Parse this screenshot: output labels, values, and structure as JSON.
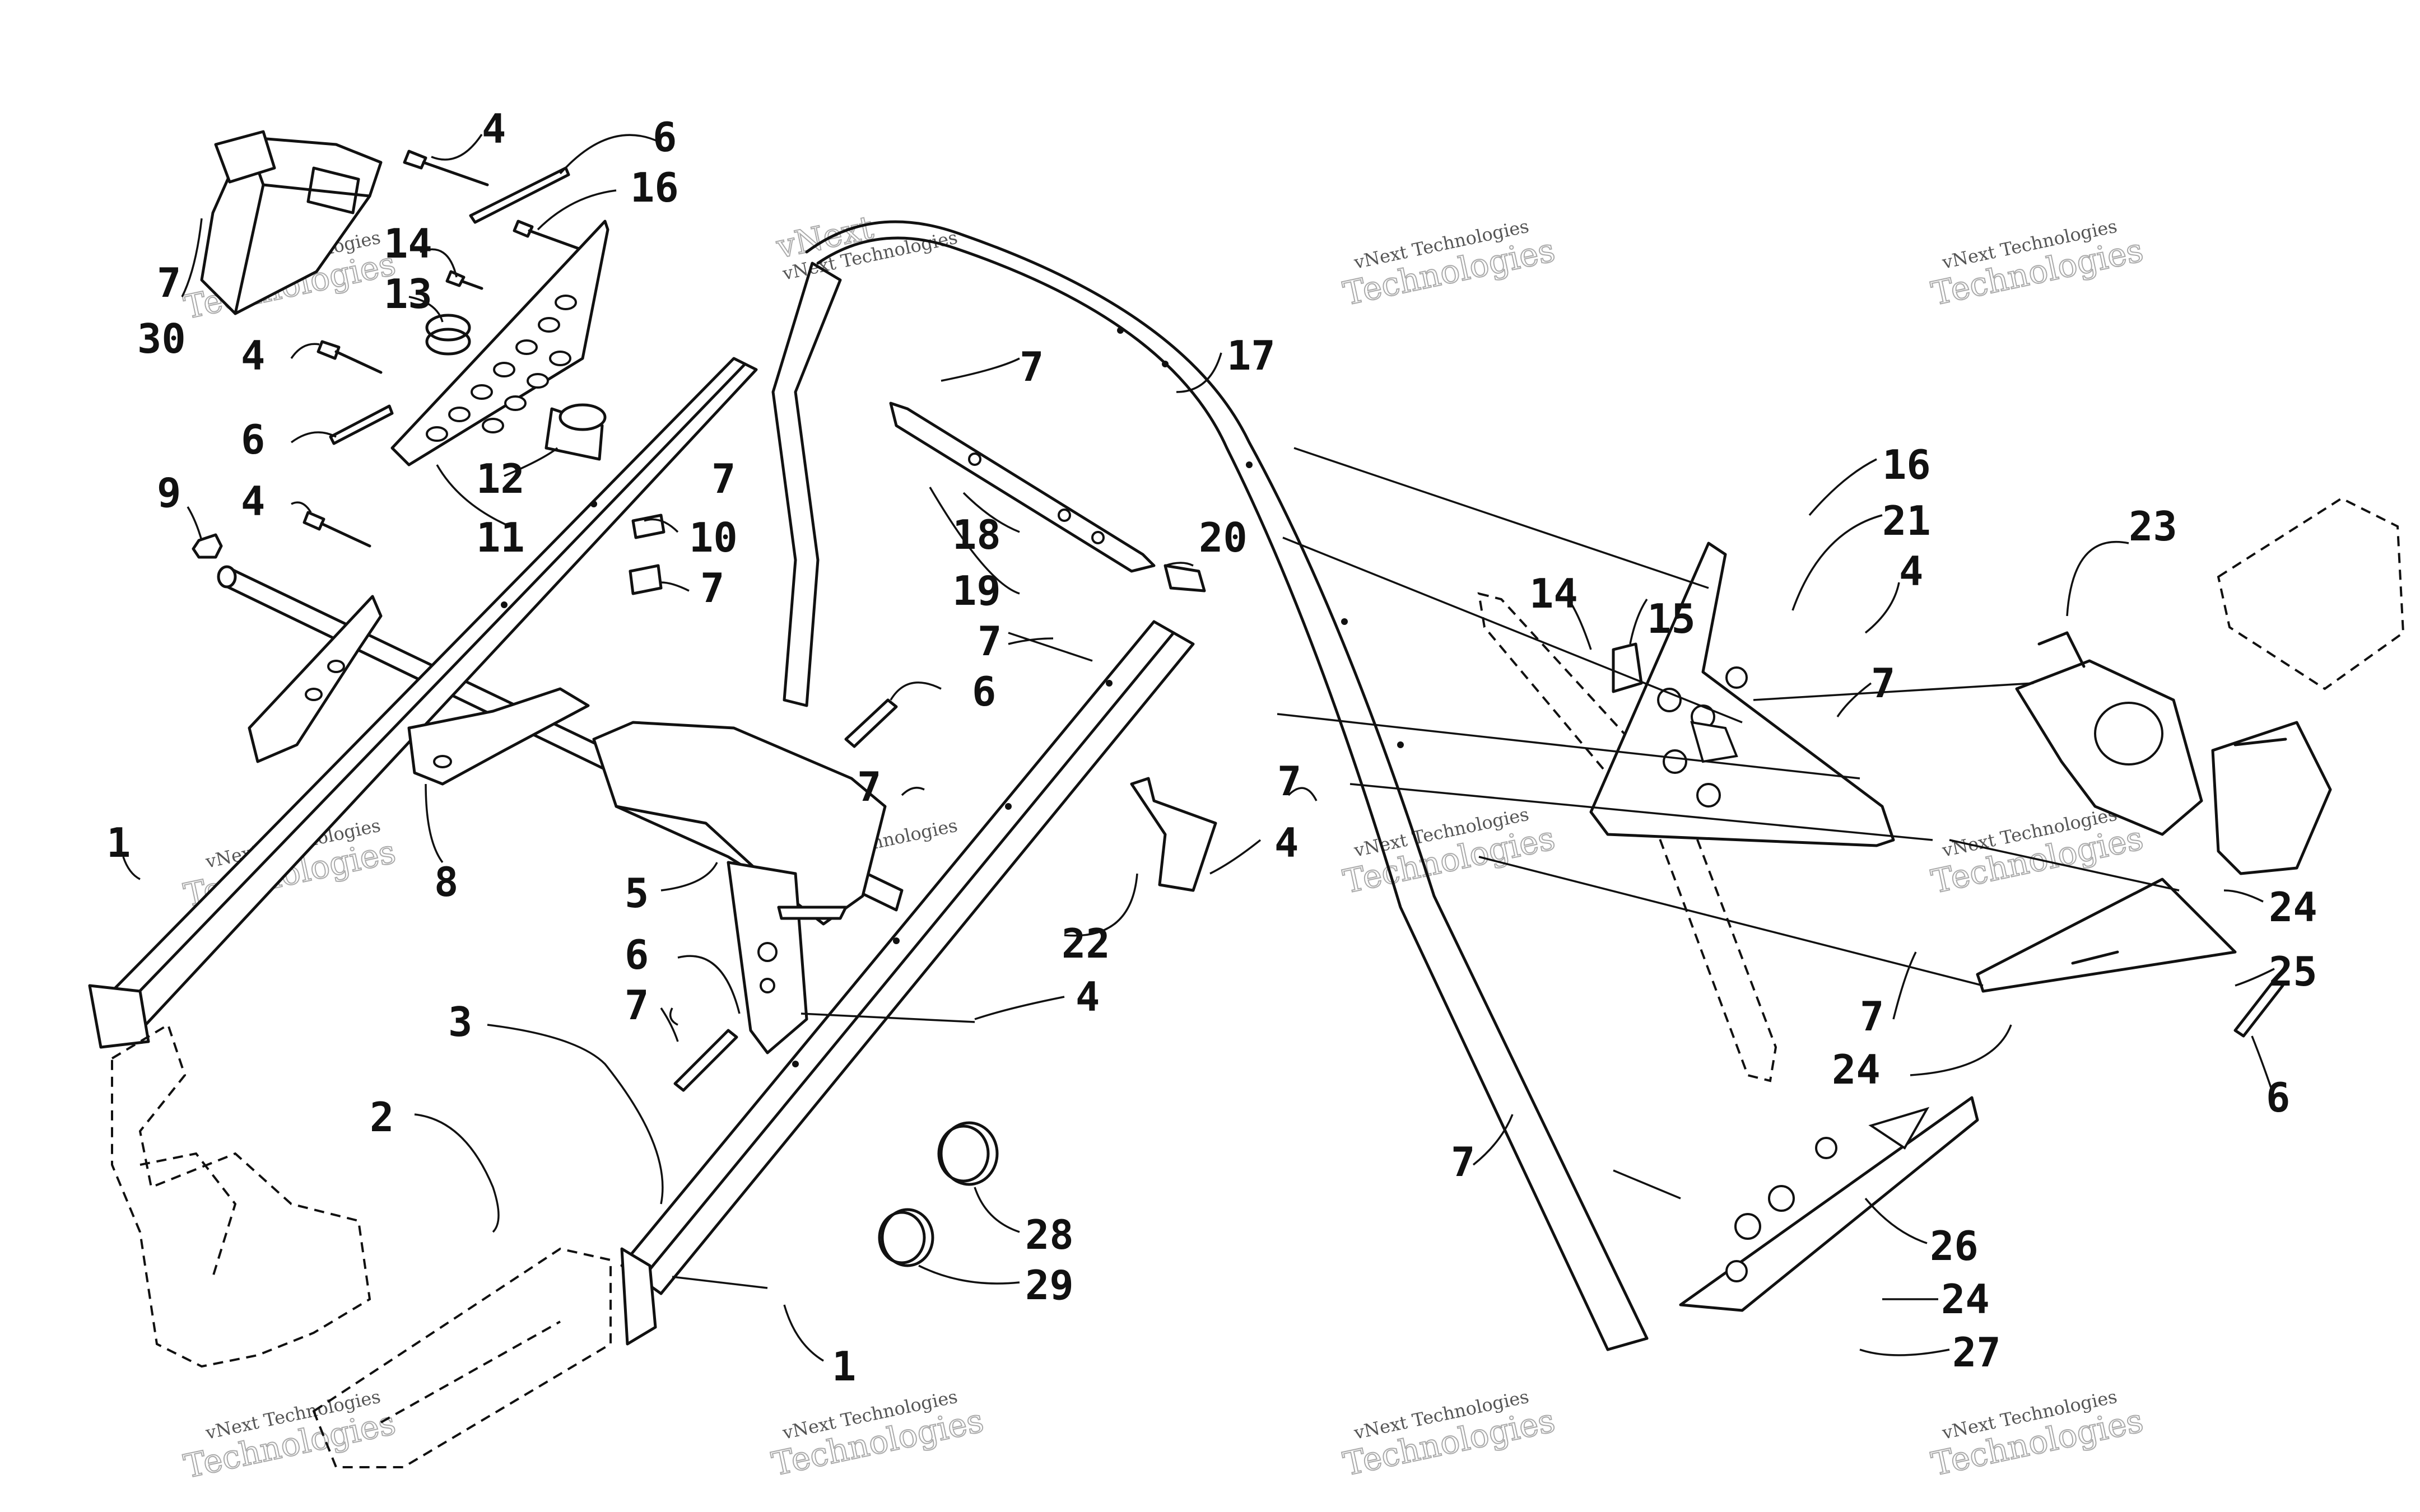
{
  "diagram": {
    "callouts": [
      {
        "id": "c4a",
        "text": "4"
      },
      {
        "id": "c6a",
        "text": "6"
      },
      {
        "id": "c16a",
        "text": "16"
      },
      {
        "id": "c14a",
        "text": "14"
      },
      {
        "id": "c13",
        "text": "13"
      },
      {
        "id": "c7a",
        "text": "7"
      },
      {
        "id": "c30",
        "text": "30"
      },
      {
        "id": "c4b",
        "text": "4"
      },
      {
        "id": "c6b",
        "text": "6"
      },
      {
        "id": "c12",
        "text": "12"
      },
      {
        "id": "c7b",
        "text": "7"
      },
      {
        "id": "c9",
        "text": "9"
      },
      {
        "id": "c4c",
        "text": "4"
      },
      {
        "id": "c11",
        "text": "11"
      },
      {
        "id": "c10",
        "text": "10"
      },
      {
        "id": "c7c",
        "text": "7"
      },
      {
        "id": "c17",
        "text": "17"
      },
      {
        "id": "c7d",
        "text": "7"
      },
      {
        "id": "c18",
        "text": "18"
      },
      {
        "id": "c20",
        "text": "20"
      },
      {
        "id": "c19",
        "text": "19"
      },
      {
        "id": "c7e",
        "text": "7"
      },
      {
        "id": "c6c",
        "text": "6"
      },
      {
        "id": "c7f",
        "text": "7"
      },
      {
        "id": "c8",
        "text": "8"
      },
      {
        "id": "c1a",
        "text": "1"
      },
      {
        "id": "c5",
        "text": "5"
      },
      {
        "id": "c6d",
        "text": "6"
      },
      {
        "id": "c7g",
        "text": "7"
      },
      {
        "id": "c3",
        "text": "3"
      },
      {
        "id": "c2",
        "text": "2"
      },
      {
        "id": "c22",
        "text": "22"
      },
      {
        "id": "c4d",
        "text": "4"
      },
      {
        "id": "c4e",
        "text": "4"
      },
      {
        "id": "c7h",
        "text": "7"
      },
      {
        "id": "c28",
        "text": "28"
      },
      {
        "id": "c29",
        "text": "29"
      },
      {
        "id": "c1b",
        "text": "1"
      },
      {
        "id": "c16b",
        "text": "16"
      },
      {
        "id": "c21",
        "text": "21"
      },
      {
        "id": "c14b",
        "text": "14"
      },
      {
        "id": "c15",
        "text": "15"
      },
      {
        "id": "c4f",
        "text": "4"
      },
      {
        "id": "c23",
        "text": "23"
      },
      {
        "id": "c7i",
        "text": "7"
      },
      {
        "id": "c7j",
        "text": "7"
      },
      {
        "id": "c24a",
        "text": "24"
      },
      {
        "id": "c25",
        "text": "25"
      },
      {
        "id": "c7k",
        "text": "7"
      },
      {
        "id": "c24b",
        "text": "24"
      },
      {
        "id": "c6e",
        "text": "6"
      },
      {
        "id": "c7l",
        "text": "7"
      },
      {
        "id": "c26",
        "text": "26"
      },
      {
        "id": "c24c",
        "text": "24"
      },
      {
        "id": "c27",
        "text": "27"
      }
    ],
    "watermark": {
      "line1": "vNext Technologies",
      "line2": "vNext",
      "line3": "Technologies"
    }
  }
}
